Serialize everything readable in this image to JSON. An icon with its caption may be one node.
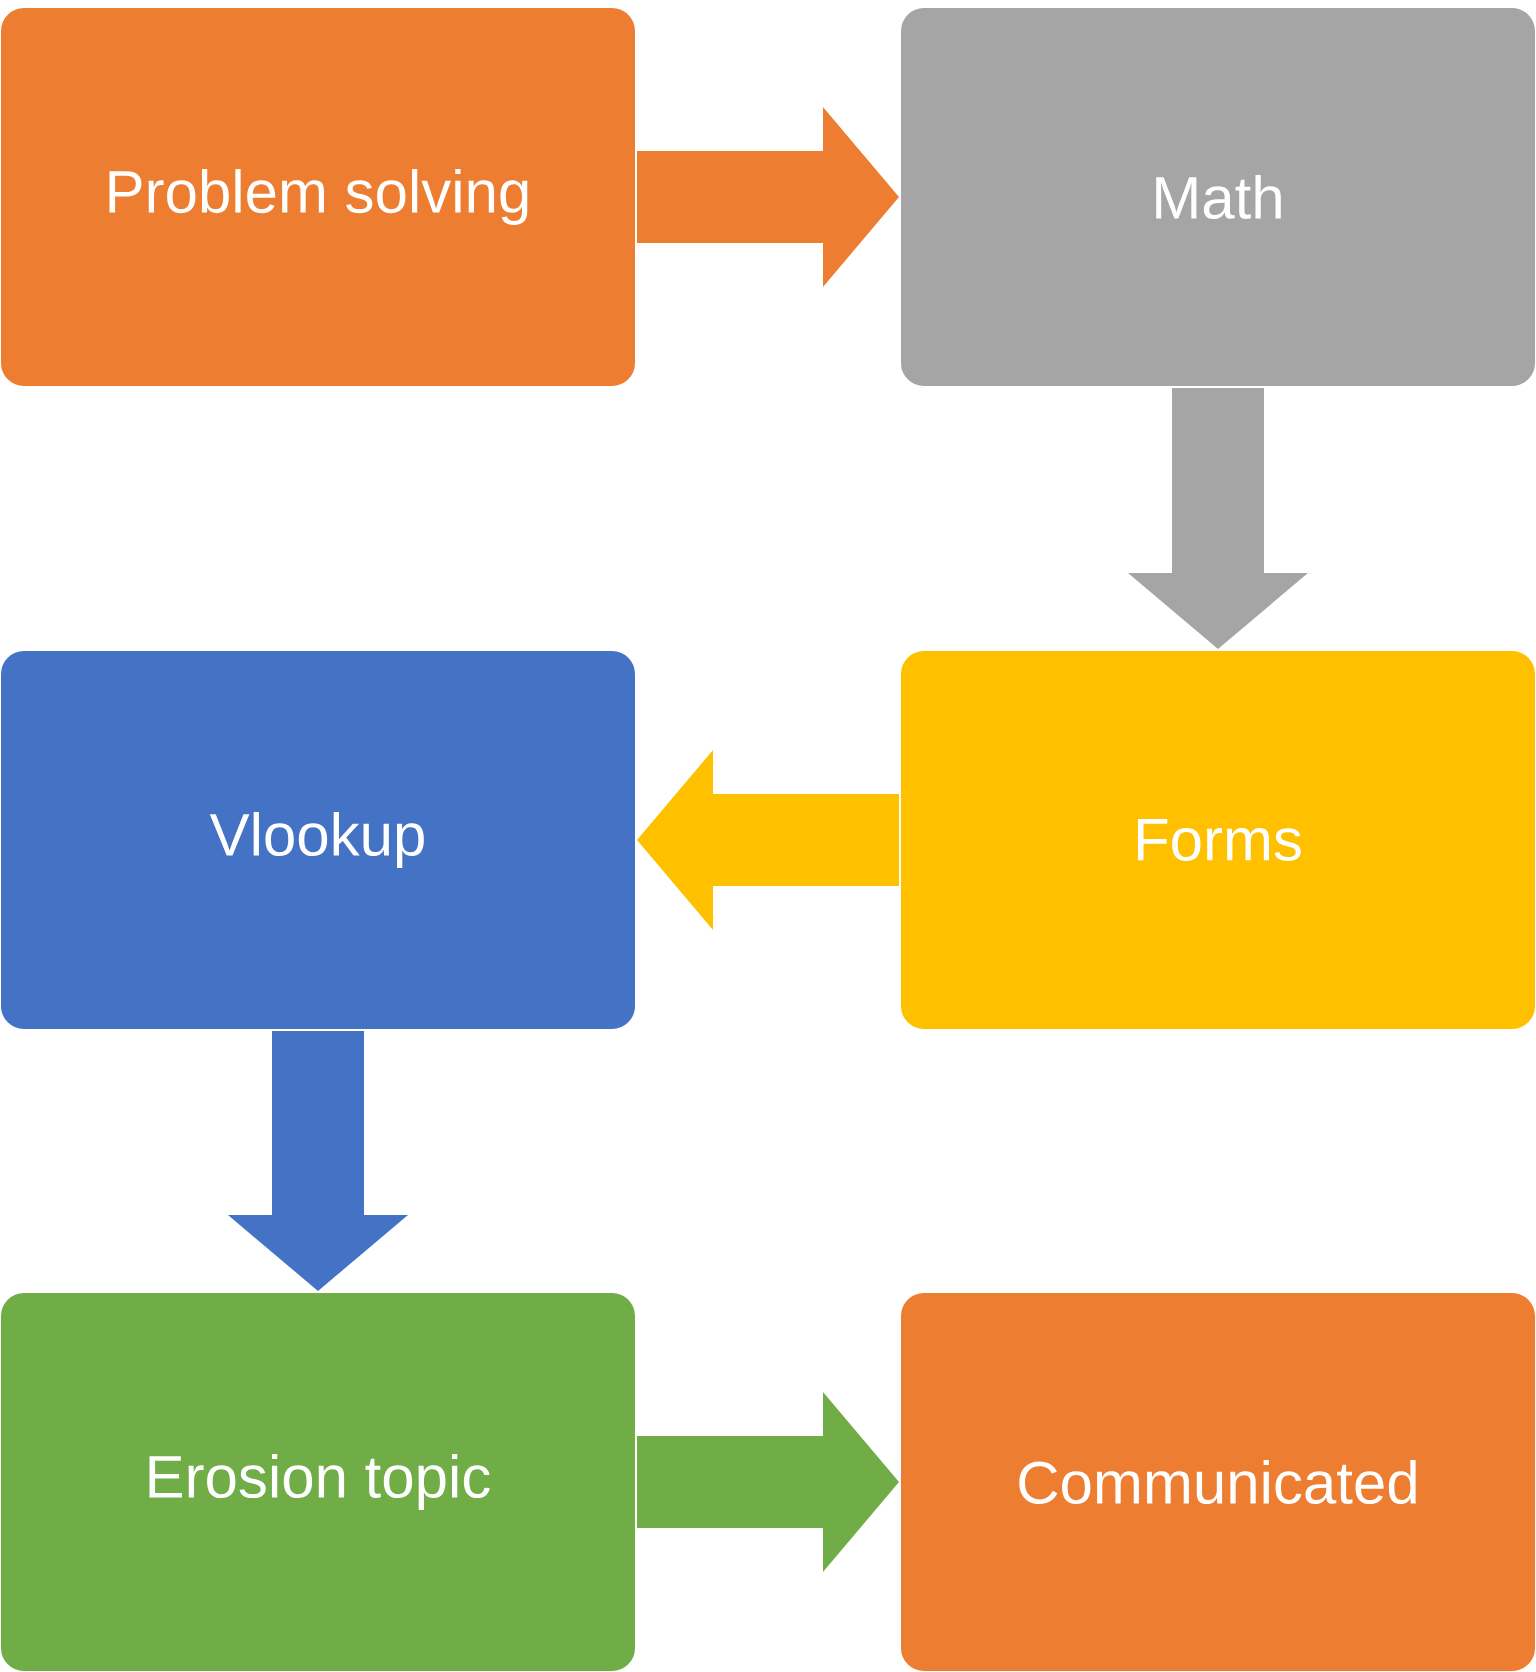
{
  "diagram": {
    "nodes": [
      {
        "text": [
          "Problem solving"
        ]
      },
      {
        "text": [
          "Math"
        ]
      },
      {
        "text": [
          "Forms"
        ]
      },
      {
        "text": [
          "Vlookup"
        ]
      },
      {
        "text": [
          "Erosion topic"
        ]
      },
      {
        "text": [
          "Communicated"
        ]
      }
    ],
    "edges": [
      {
        "from": 0,
        "to": 1,
        "arrow": "to",
        "color": "#ed7d31"
      },
      {
        "from": 1,
        "to": 2,
        "arrow": "to",
        "color": "#a5a5a5"
      },
      {
        "from": 2,
        "to": 3,
        "arrow": "to",
        "color": "#ffc000"
      },
      {
        "from": 3,
        "to": 4,
        "arrow": "to",
        "color": "#4472c4"
      },
      {
        "from": 4,
        "to": 5,
        "arrow": "to",
        "color": "#70ad47"
      }
    ]
  }
}
